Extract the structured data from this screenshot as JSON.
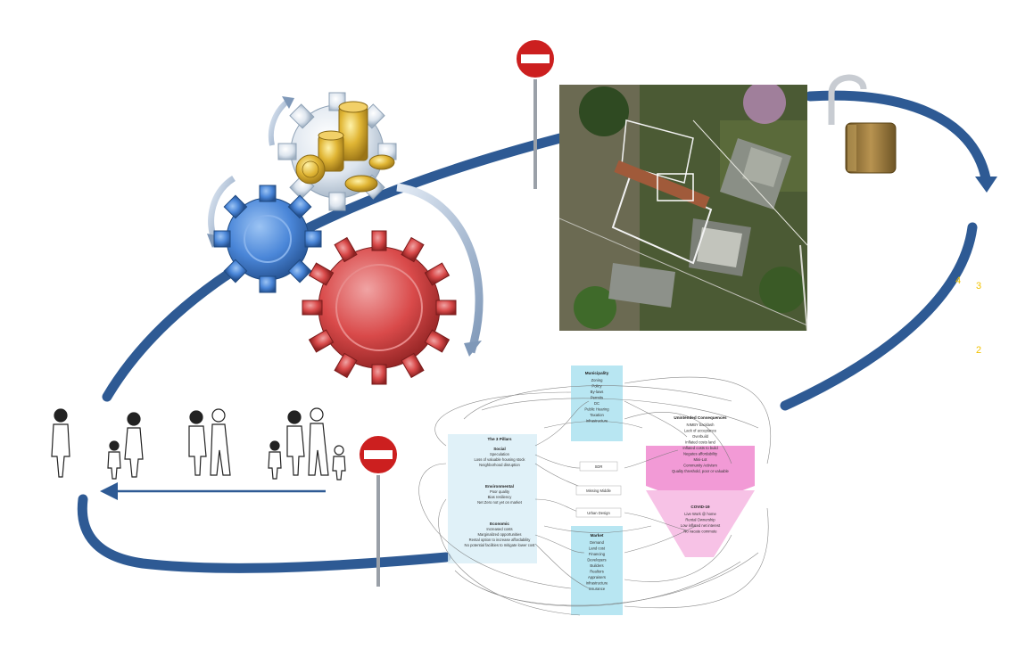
{
  "annotations": {
    "n4": "4",
    "n3": "3",
    "n2": "2"
  },
  "network": {
    "left_title": "The 3 Pillars",
    "groups": [
      {
        "title": "Social",
        "items": [
          "Speculation",
          "Loss of valuable housing stock",
          "Neighborhood disruption"
        ]
      },
      {
        "title": "Environmental",
        "items": [
          "Poor quality",
          "Bias resiliency",
          "Net Zero not yet on market"
        ]
      },
      {
        "title": "Economic",
        "items": [
          "Increased costs",
          "Marginalized opportunities",
          "Rental option to increase affordability",
          "No potential facilities to mitigate lower cost"
        ]
      }
    ],
    "top_title": "Municipality",
    "top_items": [
      "Zoning",
      "Policy",
      "By-laws",
      "Permits",
      "DC",
      "Public Hearing",
      "Taxation",
      "Infrastructure"
    ],
    "middle_items": [
      "SDR",
      "Missing Middle",
      "Urban Design"
    ],
    "bottom_title": "Market",
    "bottom_items": [
      "Demand",
      "Land cost",
      "Financing",
      "Developers",
      "Builders",
      "Realtors",
      "Appraisers",
      "Infrastructure",
      "Insurance"
    ],
    "right_top_title": "Unintended Consequences",
    "right_top_items": [
      "NIMBY backlash",
      "Lack of acceptance",
      "Overbuild",
      "Inflated costs land",
      "Inflated costs to build",
      "Negates affordability",
      "Mini-Lot",
      "Community Activism",
      "Quality threshold, poor or valuable"
    ],
    "right_bottom_title": "COVID-19",
    "right_bottom_items": [
      "Live Work @ home",
      "Rental Ownership",
      "Low inflated net interest",
      "No vacate commute"
    ]
  },
  "colors": {
    "arrow_blue": "#2e5a94",
    "gear_blue": "#4a86d8",
    "gear_red": "#d94a4a",
    "gear_gray": "#c8d2dc",
    "coin_gold": "#d6ae2a",
    "stop_red": "#cc1f1f",
    "panel_blue": "#b8e6f2",
    "panel_pink": "#f29ad6",
    "lock_gold": "#9a7a3c",
    "annotation_yellow": "#f2c200"
  }
}
